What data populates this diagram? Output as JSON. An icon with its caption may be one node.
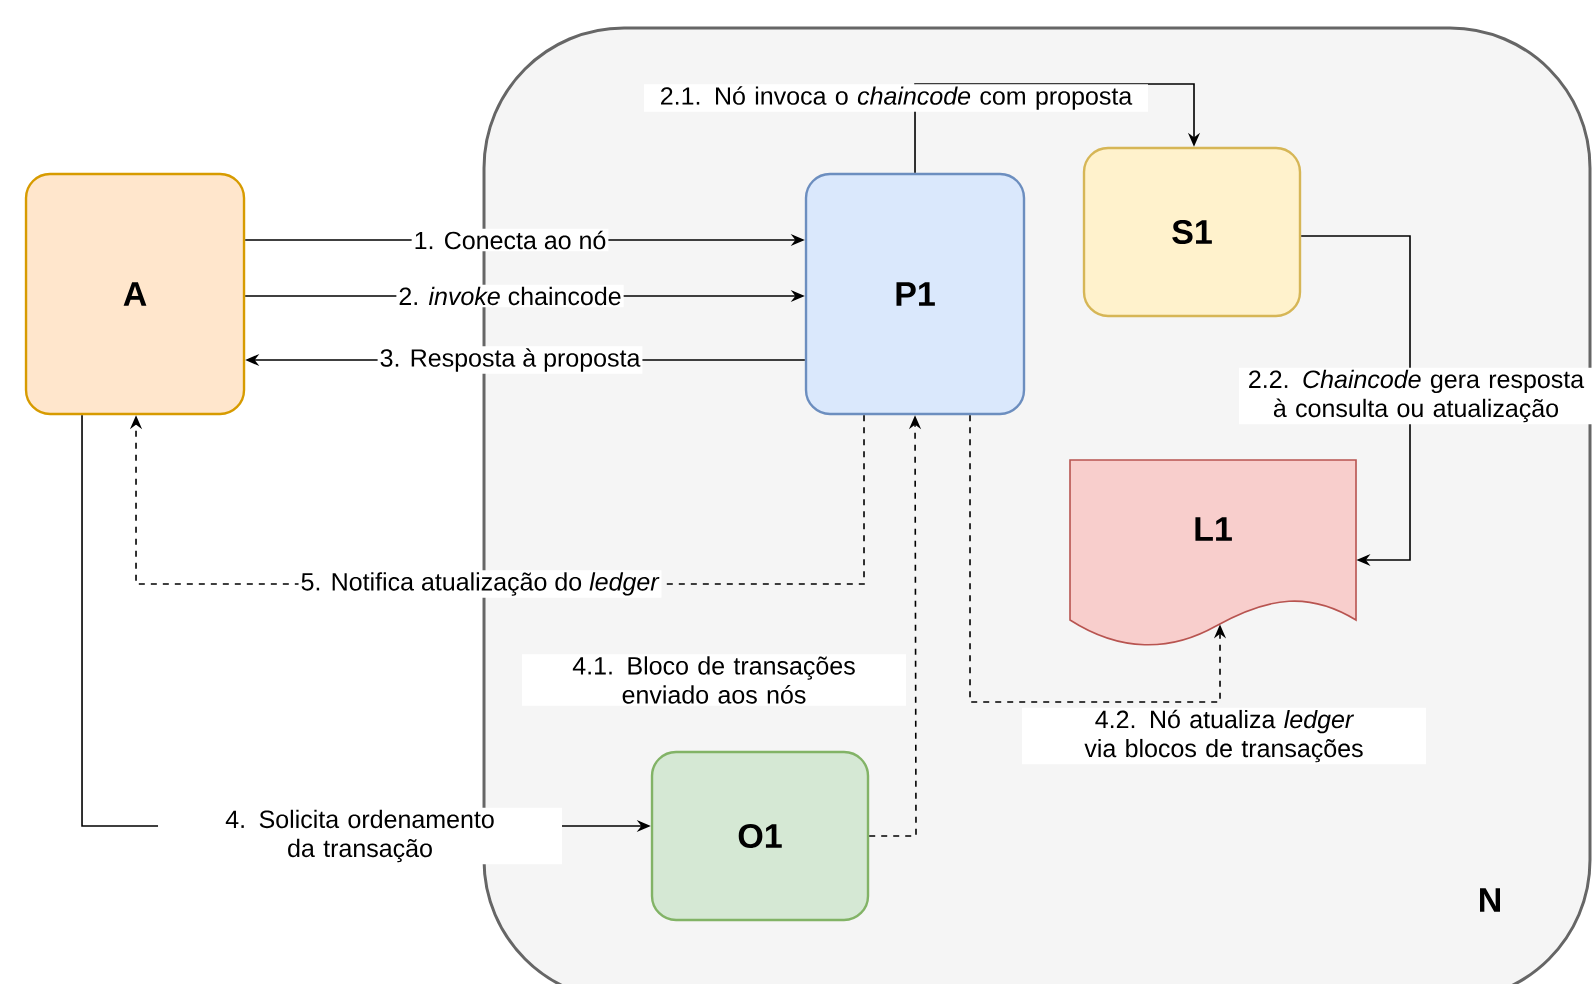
{
  "diagram": {
    "nodes": [
      {
        "text": [
          "N"
        ]
      },
      {
        "text": [
          "A"
        ]
      },
      {
        "text": [
          "P1"
        ],
        "in": 0
      },
      {
        "text": [
          "S1"
        ],
        "in": 0
      },
      {
        "text": [
          "L1"
        ],
        "in": 0
      },
      {
        "text": [
          "O1"
        ],
        "in": 0
      }
    ],
    "edges": [
      {
        "from": 1,
        "to": 2,
        "arrow": "to",
        "label": "1. Conecta ao nó"
      },
      {
        "from": 1,
        "to": 2,
        "arrow": "to",
        "label": "2. *invoke* chaincode"
      },
      {
        "from": 2,
        "to": 1,
        "arrow": "to",
        "label": "3. Resposta à proposta"
      },
      {
        "from": 2,
        "to": 3,
        "arrow": "to",
        "label": "2.1. Nó invoca o *chaincode* com proposta"
      },
      {
        "from": 3,
        "to": 4,
        "arrow": "to",
        "label": "2.2. *Chaincode* gera resposta à consulta ou atualização"
      },
      {
        "from": 1,
        "to": 5,
        "arrow": "to",
        "label": "4. Solicita ordenamento da transação"
      },
      {
        "from": 5,
        "to": 2,
        "arrow": "to",
        "label": "4.1. Bloco de transações enviado aos nós",
        "style": "dashed"
      },
      {
        "from": 2,
        "to": 4,
        "arrow": "to",
        "label": "4.2. Nó atualiza *ledger* via blocos de transações",
        "style": "dashed"
      },
      {
        "from": 2,
        "to": 1,
        "arrow": "to",
        "label": "5. Notifica atualização do *ledger*",
        "style": "dashed"
      }
    ]
  }
}
